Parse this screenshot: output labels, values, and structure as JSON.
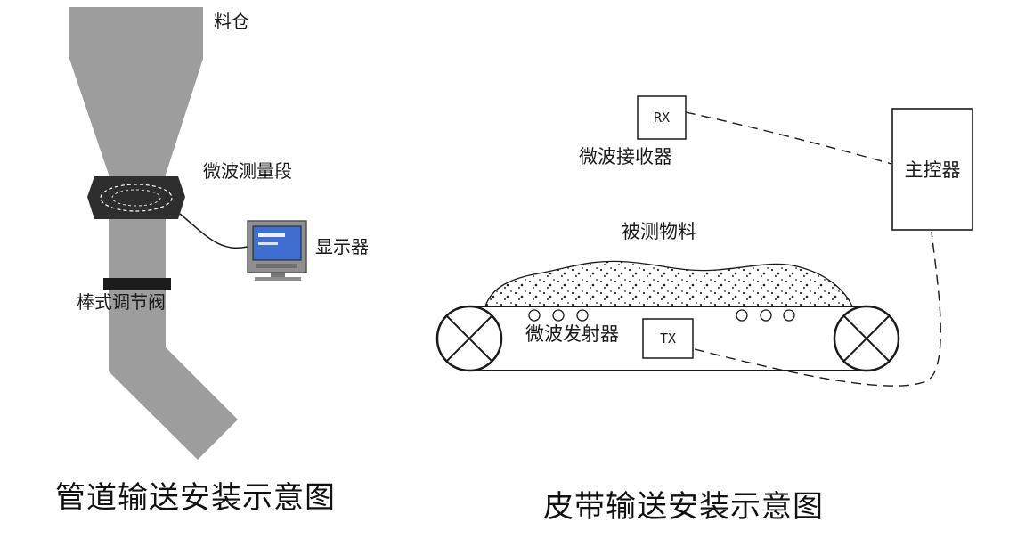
{
  "left_diagram": {
    "title": "管道输送安装示意图",
    "hopper_label": "料仓",
    "measurement_label": "微波测量段",
    "display_label": "显示器",
    "valve_label": "棒式调节阀"
  },
  "right_diagram": {
    "title": "皮带输送安装示意图",
    "rx_label": "RX",
    "receiver_label": "微波接收器",
    "controller_label": "主控器",
    "material_label": "被测物料",
    "transmitter_label": "微波发射器",
    "tx_label": "TX"
  },
  "colors": {
    "pipe_gray": "#9d9d9d",
    "dark_section": "#2e2e2e",
    "valve_black": "#1c1c1c",
    "screen_blue": "#3e6ecf",
    "display_gray": "#8f8f8f",
    "line_black": "#1a1a1a"
  }
}
